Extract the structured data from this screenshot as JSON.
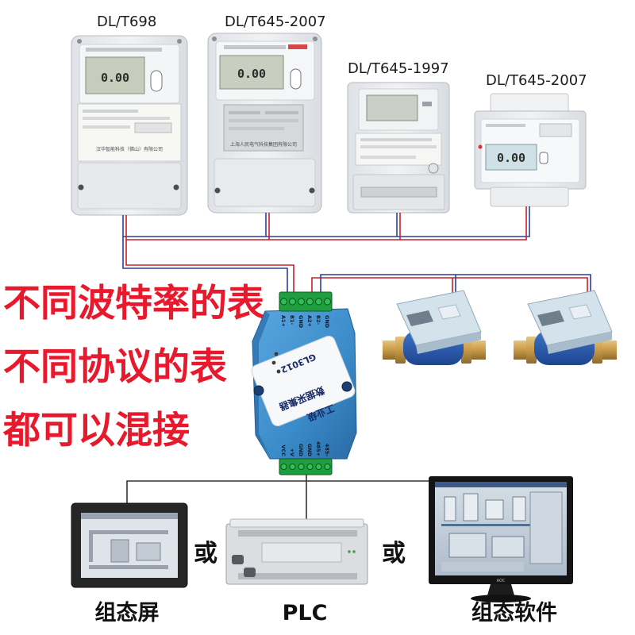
{
  "meters": [
    {
      "protocol": "DL/T698",
      "display": "0.00",
      "maker": "汉华智能科技（佛山）有限公司"
    },
    {
      "protocol": "DL/T645-2007",
      "display": "0.00",
      "maker": "上海人民电气科技集团有限公司"
    },
    {
      "protocol": "DL/T645-1997"
    },
    {
      "protocol": "DL/T645-2007",
      "display": "0.00"
    }
  ],
  "slogans": [
    "不同波特率的表",
    "不同协议的表",
    "都可以混接"
  ],
  "collector": {
    "model": "GL3012",
    "grade": "工业级",
    "name": "数据采集器",
    "top_terminals": [
      "A1+",
      "B1-",
      "GND",
      "A2+",
      "B2-",
      "GND"
    ],
    "bottom_terminals": [
      "VCC",
      "+V",
      "GND",
      "GND",
      "485+",
      "485-"
    ]
  },
  "outputs": {
    "or_label": "或",
    "hmi_label": "组态屏",
    "plc_label": "PLC",
    "software_label": "组态软件",
    "monitor_brand": "AOC"
  },
  "colors": {
    "slogan": "#e8192c",
    "wire_red": "#c4202f",
    "wire_blue": "#2a3f9e",
    "bus_line": "#333333",
    "collector_body": "#3a8bc9",
    "terminal_block": "#1f9e3f"
  }
}
